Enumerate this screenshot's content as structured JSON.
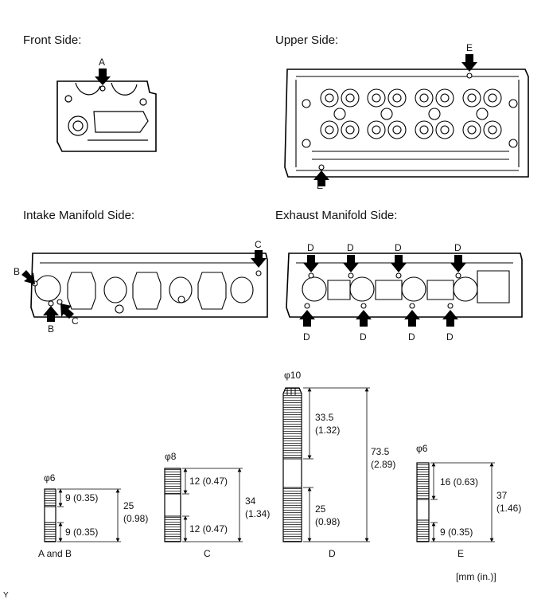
{
  "views": {
    "front": "Front Side:",
    "upper": "Upper Side:",
    "intake": "Intake Manifold Side:",
    "exhaust": "Exhaust Manifold Side:"
  },
  "callouts": {
    "a": "A",
    "b": "B",
    "c": "C",
    "d": "D",
    "e": "E"
  },
  "studs": {
    "ab": {
      "diameter": "φ6",
      "upper_dim": "9 (0.35)",
      "lower_dim": "9 (0.35)",
      "total_mm": "25",
      "total_in": "(0.98)",
      "caption": "A and B"
    },
    "c": {
      "diameter": "φ8",
      "upper_dim": "12 (0.47)",
      "lower_dim": "12 (0.47)",
      "total_mm": "34",
      "total_in": "(1.34)",
      "caption": "C"
    },
    "d": {
      "diameter": "φ10",
      "upper_mm": "33.5",
      "upper_in": "(1.32)",
      "lower_mm": "25",
      "lower_in": "(0.98)",
      "total_mm": "73.5",
      "total_in": "(2.89)",
      "caption": "D"
    },
    "e": {
      "diameter": "φ6",
      "upper_dim": "16 (0.63)",
      "lower_dim": "9 (0.35)",
      "total_mm": "37",
      "total_in": "(1.46)",
      "caption": "E"
    }
  },
  "units": "[mm (in.)]",
  "corner_mark": "Y"
}
